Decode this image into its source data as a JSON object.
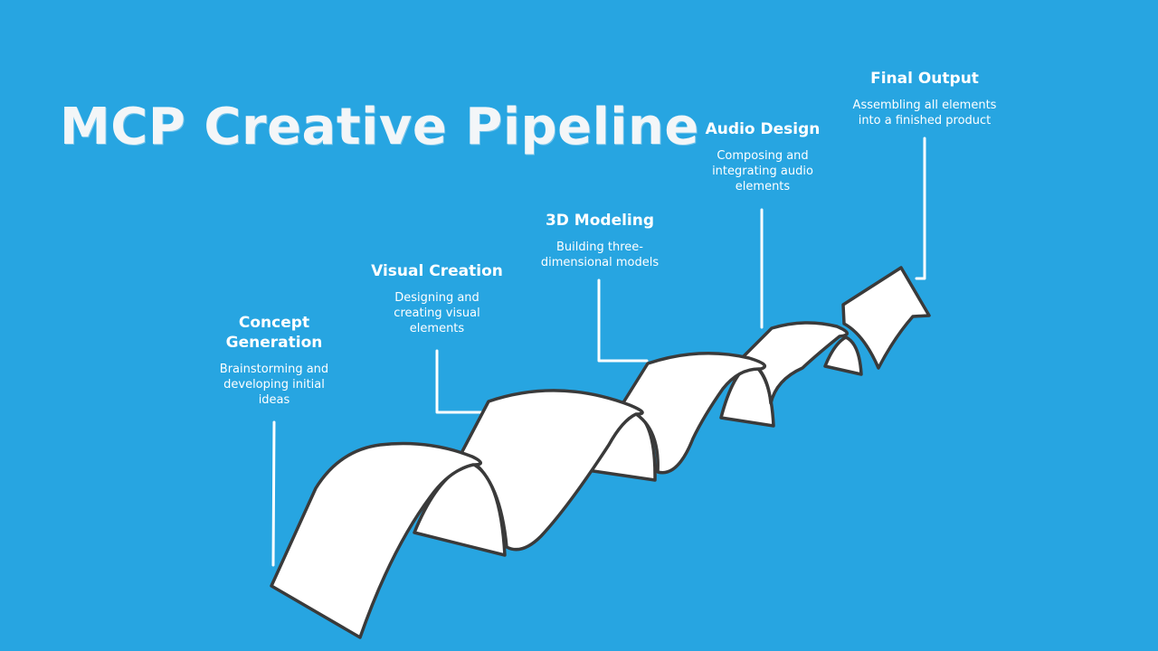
{
  "title": "MCP Creative Pipeline",
  "colors": {
    "background": "#27A5E1",
    "ribbon_fill": "#FFFFFF",
    "ribbon_stroke": "#3A3A3A",
    "connector": "#FFFFFF"
  },
  "stages": [
    {
      "title_lines": [
        "Concept",
        "Generation"
      ],
      "desc_lines": [
        "Brainstorming and",
        "developing initial",
        "ideas"
      ]
    },
    {
      "title_lines": [
        "Visual Creation"
      ],
      "desc_lines": [
        "Designing and",
        "creating visual",
        "elements"
      ]
    },
    {
      "title_lines": [
        "3D Modeling"
      ],
      "desc_lines": [
        "Building three-",
        "dimensional models"
      ]
    },
    {
      "title_lines": [
        "Audio Design"
      ],
      "desc_lines": [
        "Composing and",
        "integrating audio",
        "elements"
      ]
    },
    {
      "title_lines": [
        "Final Output"
      ],
      "desc_lines": [
        "Assembling all elements",
        "into a finished product"
      ]
    }
  ]
}
